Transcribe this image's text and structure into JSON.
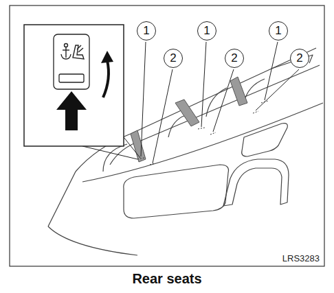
{
  "diagram": {
    "caption": "Rear seats",
    "labels": [
      "1",
      "2",
      "1",
      "2",
      "1",
      "2",
      "LRS3283"
    ]
  }
}
